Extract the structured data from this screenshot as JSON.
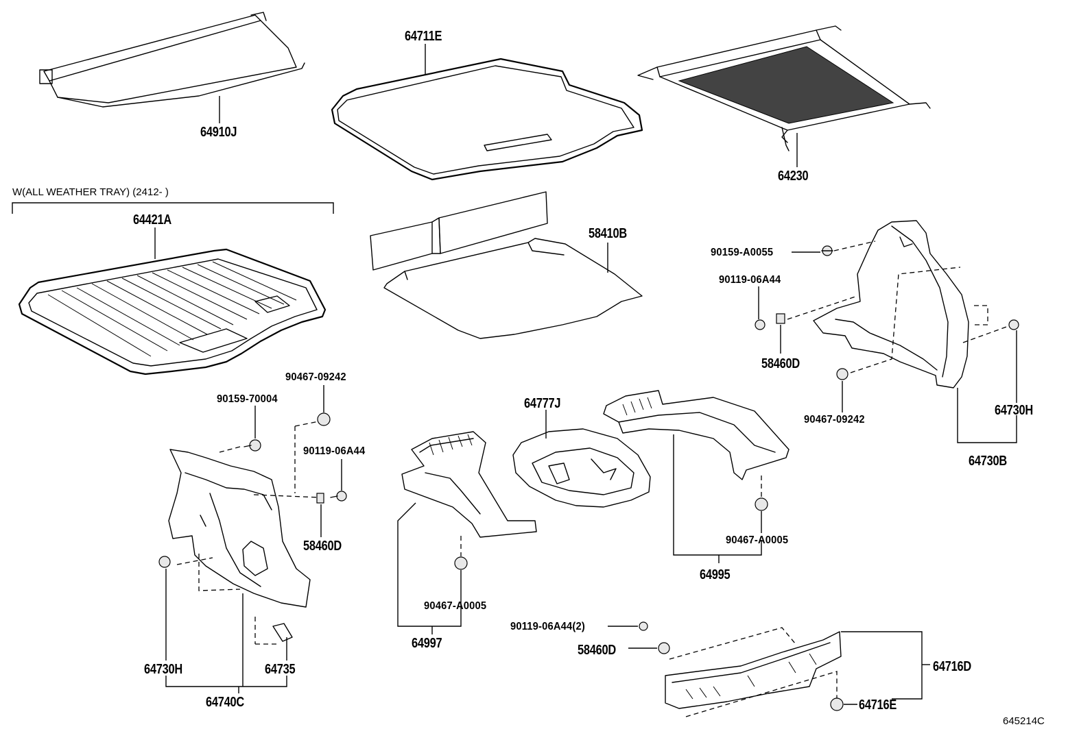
{
  "variant_note": "W(ALL WEATHER TRAY) (2412- )",
  "diagram_code": "645214C",
  "labels": {
    "p64910J": "64910J",
    "p64711E": "64711E",
    "p64230": "64230",
    "p64421A": "64421A",
    "p58410B": "58410B",
    "p90159A0055": "90159-A0055",
    "p90119_06A44_top": "90119-06A44",
    "p58460D_top": "58460D",
    "p90467_09242_right": "90467-09242",
    "p64730H_right": "64730H",
    "p64730B": "64730B",
    "p90467_09242_left": "90467-09242",
    "p90159_70004": "90159-70004",
    "p90119_06A44_left": "90119-06A44",
    "p58460D_left": "58460D",
    "p64730H_left": "64730H",
    "p64735": "64735",
    "p64740C": "64740C",
    "p64777J": "64777J",
    "p64997": "64997",
    "p90467_A0005_mid": "90467-A0005",
    "p90467_A0005_right": "90467-A0005",
    "p64995": "64995",
    "p90119_06A44_2": "90119-06A44(2)",
    "p58460D_bottom": "58460D",
    "p64716D": "64716D",
    "p64716E": "64716E"
  }
}
